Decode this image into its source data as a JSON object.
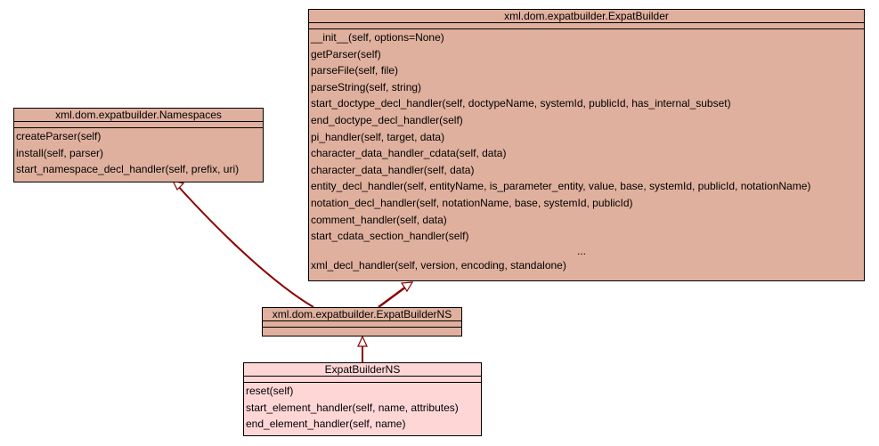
{
  "classes": {
    "expatbuilder": {
      "title": "xml.dom.expatbuilder.ExpatBuilder",
      "methods": [
        "__init__(self, options=None)",
        "getParser(self)",
        "parseFile(self, file)",
        "parseString(self, string)",
        "start_doctype_decl_handler(self, doctypeName, systemId, publicId, has_internal_subset)",
        "end_doctype_decl_handler(self)",
        "pi_handler(self, target, data)",
        "character_data_handler_cdata(self, data)",
        "character_data_handler(self, data)",
        "entity_decl_handler(self, entityName, is_parameter_entity, value, base, systemId, publicId, notationName)",
        "notation_decl_handler(self, notationName, base, systemId, publicId)",
        "comment_handler(self, data)",
        "start_cdata_section_handler(self)"
      ],
      "ellipsis": "...",
      "last_method": "xml_decl_handler(self, version, encoding, standalone)"
    },
    "namespaces": {
      "title": "xml.dom.expatbuilder.Namespaces",
      "methods": [
        "createParser(self)",
        "install(self, parser)",
        "start_namespace_decl_handler(self, prefix, uri)"
      ]
    },
    "expatbuilderns_base": {
      "title": "xml.dom.expatbuilder.ExpatBuilderNS"
    },
    "expatbuilderns": {
      "title": "ExpatBuilderNS",
      "methods": [
        "reset(self)",
        "start_element_handler(self, name, attributes)",
        "end_element_handler(self, name)"
      ]
    }
  },
  "colors": {
    "base_class_fill": "#e0b09e",
    "derived_class_fill": "#ffd6d6",
    "inheritance_edge": "#8b0000"
  }
}
